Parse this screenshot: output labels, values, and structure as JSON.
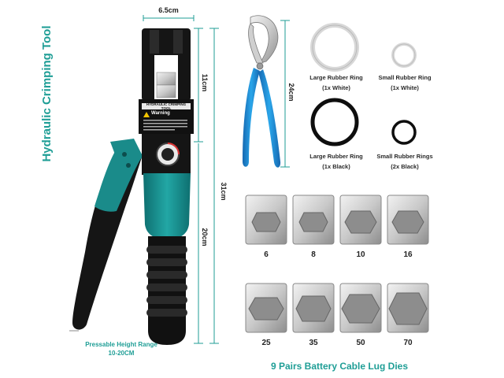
{
  "product": {
    "vertical_title": "Hydraulic Crimping Tool",
    "tool_label": "HYDRAULIC CRIMPING TOOL",
    "warning_label": "Warning",
    "bottom_title": "9 Pairs Battery Cable Lug Dies",
    "height_range_line1": "Pressable Height Range",
    "height_range_line2": "10-20CM"
  },
  "dimensions": {
    "width": "6.5cm",
    "head": "11cm",
    "total": "31cm",
    "handle": "20cm",
    "cutter": "24cm"
  },
  "rings": [
    {
      "line1": "Large Rubber Ring",
      "line2": "(1x White)"
    },
    {
      "line1": "Small Rubber Ring",
      "line2": "(1x White)"
    },
    {
      "line1": "Large Rubber Ring",
      "line2": "(1x Black)"
    },
    {
      "line1": "Small Rubber Rings",
      "line2": "(2x Black)"
    }
  ],
  "dies": [
    "6",
    "8",
    "10",
    "16",
    "25",
    "35",
    "50",
    "70"
  ],
  "colors": {
    "accent": "#1f9e96",
    "tool_body": "#1a8b8a",
    "handle": "#1e88d0"
  }
}
